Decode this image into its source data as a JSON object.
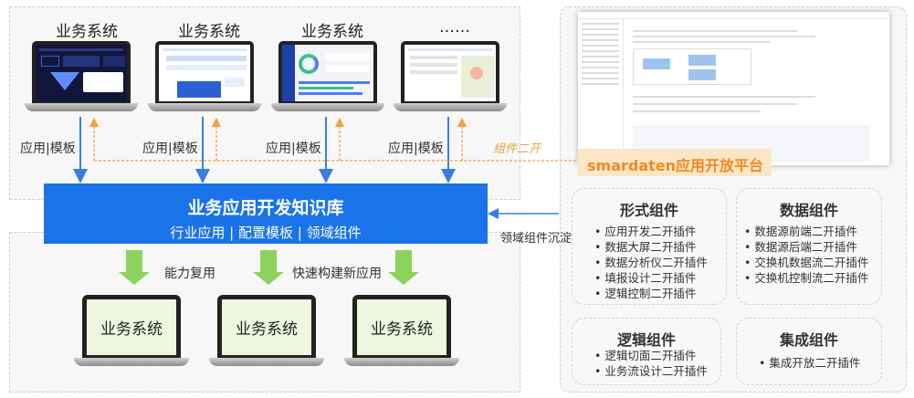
{
  "top_systems": [
    "业务系统",
    "业务系统",
    "业务系统",
    "……"
  ],
  "app_template_labels": [
    "应用|模板",
    "应用|模板",
    "应用|模板",
    "应用|模板"
  ],
  "knowledge_base": {
    "title": "业务应用开发知识库",
    "subtitle": "行业应用 | 配置模板 | 领域组件"
  },
  "reuse_labels": {
    "left": "能力复用",
    "right": "快速构建新应用"
  },
  "bottom_systems": [
    "业务系统",
    "业务系统",
    "业务系统"
  ],
  "secondary_dev_label": "组件二开",
  "domain_sediment_label": "领域组件沉淀",
  "platform": {
    "name_brand": "smardaten",
    "name_suffix": "应用开放平台"
  },
  "cards": {
    "form": {
      "title": "形式组件",
      "items": [
        "应用开发二开插件",
        "数据大屏二开插件",
        "数据分析仪二开插件",
        "填报设计二开插件",
        "逻辑控制二开插件"
      ]
    },
    "data": {
      "title": "数据组件",
      "items": [
        "数据源前端二开插件",
        "数据源后端二开插件",
        "交换机数据流二开插件",
        "交换机控制流二开插件"
      ]
    },
    "logic": {
      "title": "逻辑组件",
      "items": [
        "逻辑切面二开插件",
        "业务流设计二开插件"
      ]
    },
    "integration": {
      "title": "集成组件",
      "items": [
        "集成开放二开插件"
      ]
    }
  },
  "colors": {
    "kb_blue": "#1a73e8",
    "arrow_blue": "#3b7ddd",
    "orange": "#f0a23c",
    "green": "#8dd25c"
  }
}
